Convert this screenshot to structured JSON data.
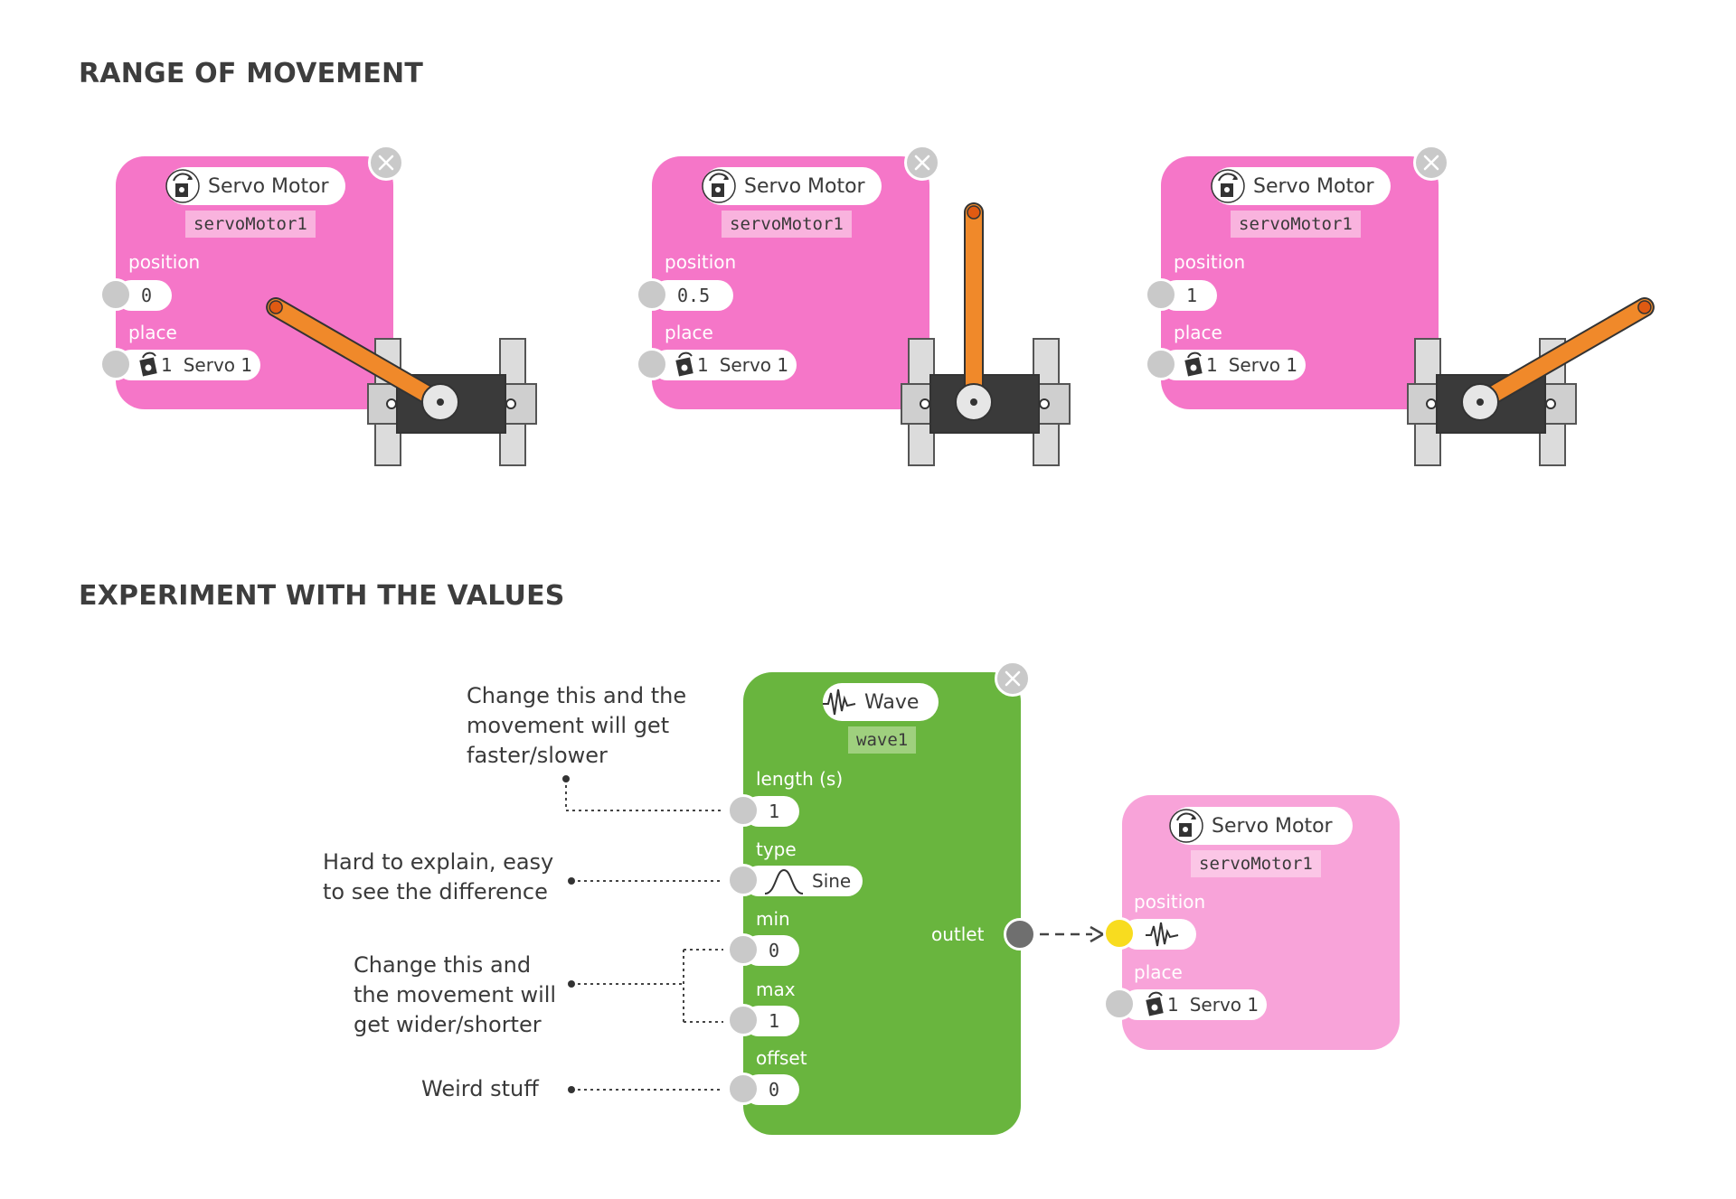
{
  "titles": {
    "range": "RANGE OF MOVEMENT",
    "experiment": "EXPERIMENT WITH THE VALUES"
  },
  "servo_blocks": [
    {
      "title": "Servo Motor",
      "name": "servoMotor1",
      "position_label": "position",
      "position_value": "0",
      "place_label": "place",
      "place_value": "Servo 1",
      "place_index": "1",
      "arm_angle_deg": -150
    },
    {
      "title": "Servo Motor",
      "name": "servoMotor1",
      "position_label": "position",
      "position_value": "0.5",
      "place_label": "place",
      "place_value": "Servo 1",
      "place_index": "1",
      "arm_angle_deg": -90
    },
    {
      "title": "Servo Motor",
      "name": "servoMotor1",
      "position_label": "position",
      "position_value": "1",
      "place_label": "place",
      "place_value": "Servo 1",
      "place_index": "1",
      "arm_angle_deg": -30
    }
  ],
  "wave_block": {
    "title": "Wave",
    "name": "wave1",
    "fields": [
      {
        "label": "length (s)",
        "value": "1"
      },
      {
        "label": "type",
        "value": "Sine"
      },
      {
        "label": "min",
        "value": "0"
      },
      {
        "label": "max",
        "value": "1"
      },
      {
        "label": "offset",
        "value": "0"
      }
    ],
    "outlet_label": "outlet"
  },
  "target_servo": {
    "title": "Servo Motor",
    "name": "servoMotor1",
    "position_label": "position",
    "place_label": "place",
    "place_value": "Servo 1",
    "place_index": "1"
  },
  "annotations": {
    "length": [
      "Change this and the",
      "movement will get",
      "faster/slower"
    ],
    "type": [
      "Hard to explain, easy",
      "to see the difference"
    ],
    "minmax": [
      "Change this and",
      "the movement will",
      "get wider/shorter"
    ],
    "offset": [
      "Weird stuff"
    ]
  },
  "icons": {
    "close": "close-icon",
    "servo": "servo-motor-icon",
    "place": "servo-place-icon",
    "wave": "wave-icon",
    "sine": "sine-curve-icon"
  },
  "colors": {
    "servo_block": "#f576c8",
    "servo_block_light": "#f8a3d9",
    "wave_block": "#69b53e",
    "servo_arm": "#f0892a",
    "active_port": "#f8dc1f"
  }
}
